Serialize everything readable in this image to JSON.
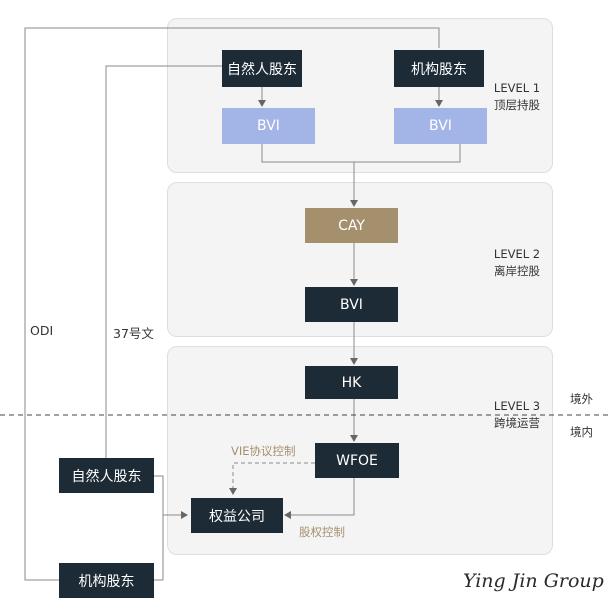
{
  "levels": [
    {
      "level": "LEVEL 1",
      "name": "顶层持股"
    },
    {
      "level": "LEVEL 2",
      "name": "离岸控股"
    },
    {
      "level": "LEVEL 3",
      "name": "跨境运营"
    }
  ],
  "nodes": {
    "natural_person_offshore": "自然人股东",
    "institution_offshore": "机构股东",
    "bvi_left": "BVI",
    "bvi_right": "BVI",
    "cay": "CAY",
    "bvi_mid": "BVI",
    "hk": "HK",
    "wfoe": "WFOE",
    "equity_company": "权益公司",
    "natural_person_domestic": "自然人股东",
    "institution_domestic": "机构股东"
  },
  "labels": {
    "odi": "ODI",
    "circular37": "37号文",
    "overseas": "境外",
    "domestic": "境内",
    "vie_control": "VIE协议控制",
    "equity_control": "股权控制"
  },
  "brand": "Ying Jin Group",
  "colors": {
    "dark": "#1c2b36",
    "blue": "#a3b5e6",
    "tan": "#a5906d",
    "panel": "#f4f4f4"
  }
}
